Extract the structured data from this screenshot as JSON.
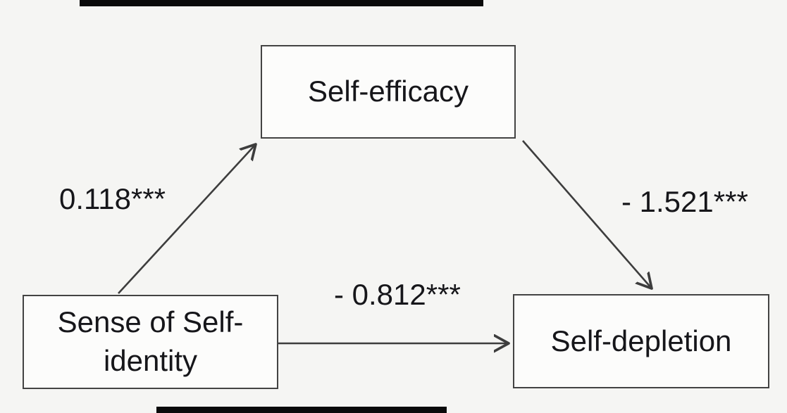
{
  "diagram_type": "mediation-path-diagram",
  "nodes": {
    "self_efficacy": {
      "label": "Self-efficacy"
    },
    "sense_self_identity": {
      "line1": "Sense of Self-",
      "line2": "identity"
    },
    "self_depletion": {
      "label": "Self-depletion"
    }
  },
  "edges": {
    "a": {
      "from": "Sense of Self-identity",
      "to": "Self-efficacy",
      "label": "0.118***"
    },
    "b": {
      "from": "Self-efficacy",
      "to": "Self-depletion",
      "label": "- 1.521***"
    },
    "c": {
      "from": "Sense of Self-identity",
      "to": "Self-depletion",
      "label": "- 0.812***"
    }
  },
  "colors": {
    "background": "#f5f5f3",
    "box_fill": "#fcfcfb",
    "box_border": "#434343",
    "arrow_line": "#3d3d3d",
    "text": "#16161a",
    "edge_bar": "#0a0a0a"
  }
}
